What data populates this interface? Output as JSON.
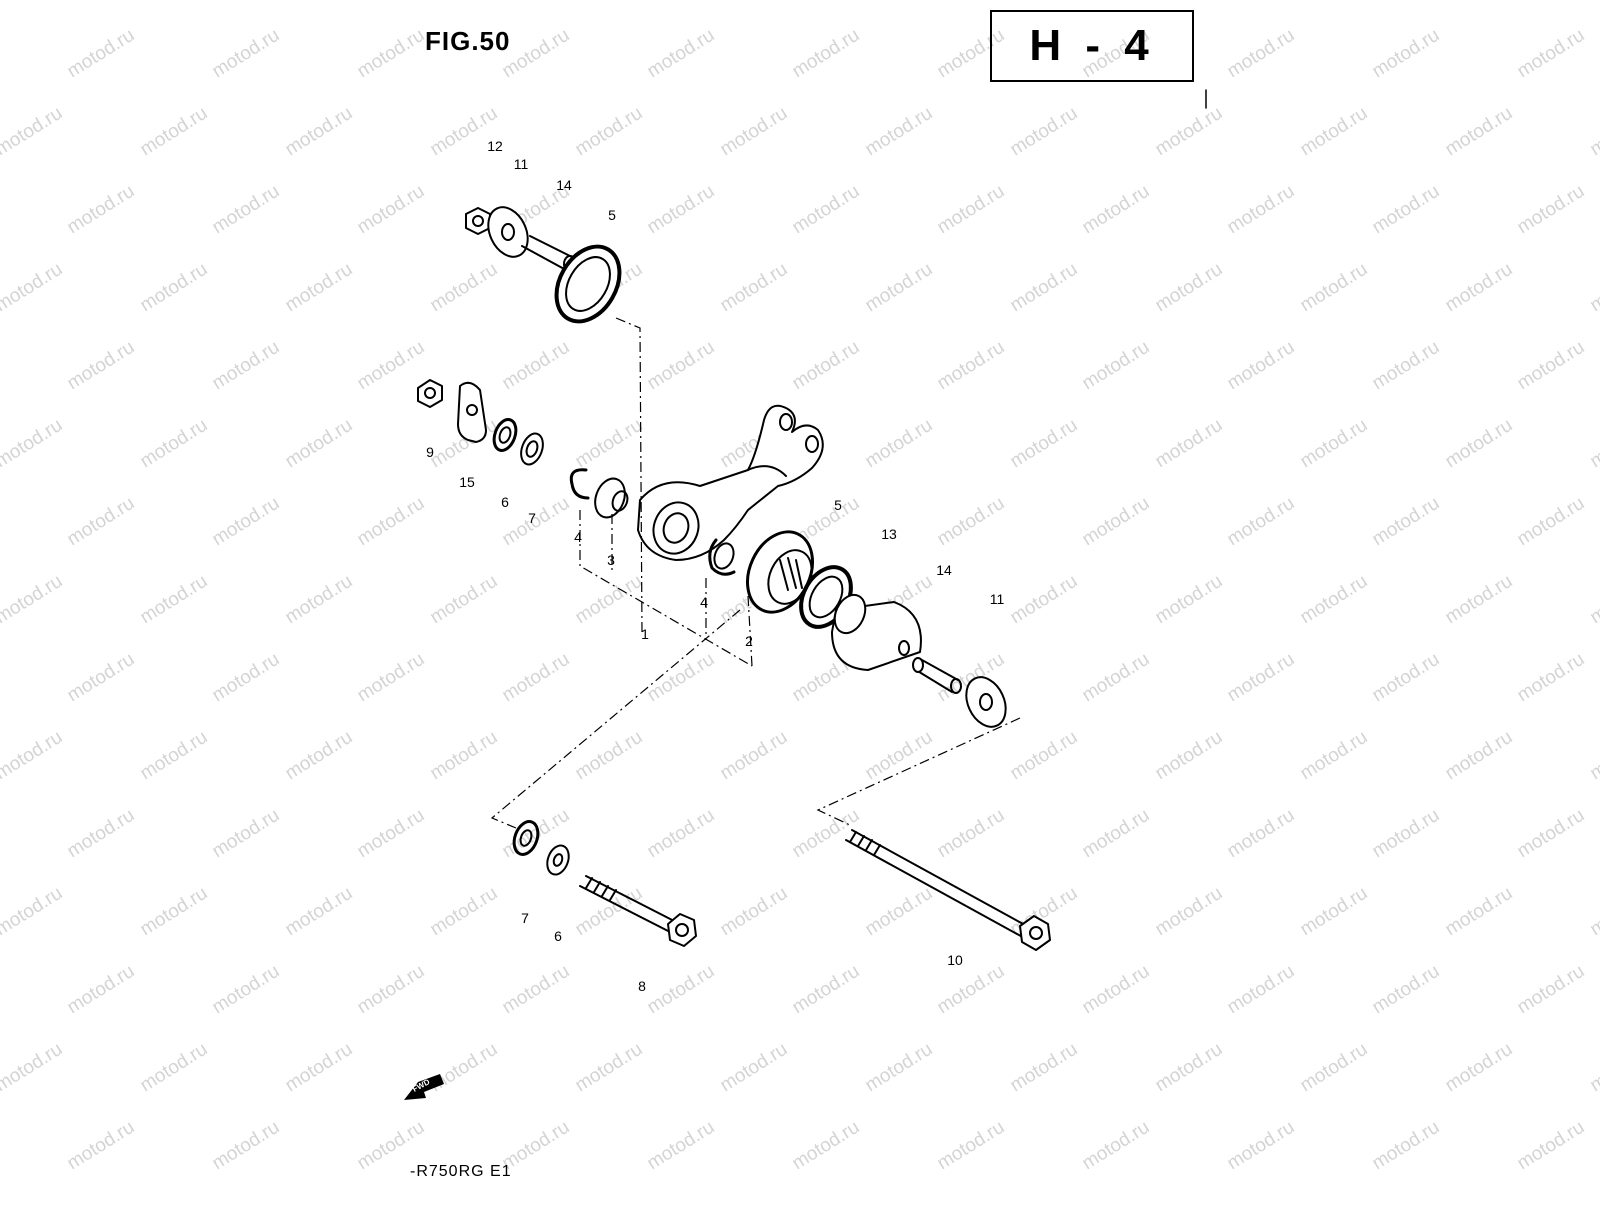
{
  "figure": {
    "title": "FIG.50",
    "page_code": "H - 4",
    "model": "-R750RG E1",
    "direction_label": "FWD"
  },
  "watermark": {
    "text": "motod.ru"
  },
  "part_labels": [
    {
      "id": "l12a",
      "text": "12"
    },
    {
      "id": "l11a",
      "text": "11"
    },
    {
      "id": "l14a",
      "text": "14"
    },
    {
      "id": "l5a",
      "text": "5"
    },
    {
      "id": "l9",
      "text": "9"
    },
    {
      "id": "l15",
      "text": "15"
    },
    {
      "id": "l6a",
      "text": "6"
    },
    {
      "id": "l7a",
      "text": "7"
    },
    {
      "id": "l4a",
      "text": "4"
    },
    {
      "id": "l3",
      "text": "3"
    },
    {
      "id": "l4b",
      "text": "4"
    },
    {
      "id": "l1",
      "text": "1"
    },
    {
      "id": "l2",
      "text": "2"
    },
    {
      "id": "l5b",
      "text": "5"
    },
    {
      "id": "l13",
      "text": "13"
    },
    {
      "id": "l14b",
      "text": "14"
    },
    {
      "id": "l11b",
      "text": "11"
    },
    {
      "id": "l7b",
      "text": "7"
    },
    {
      "id": "l6b",
      "text": "6"
    },
    {
      "id": "l8",
      "text": "8"
    },
    {
      "id": "l10",
      "text": "10"
    }
  ]
}
